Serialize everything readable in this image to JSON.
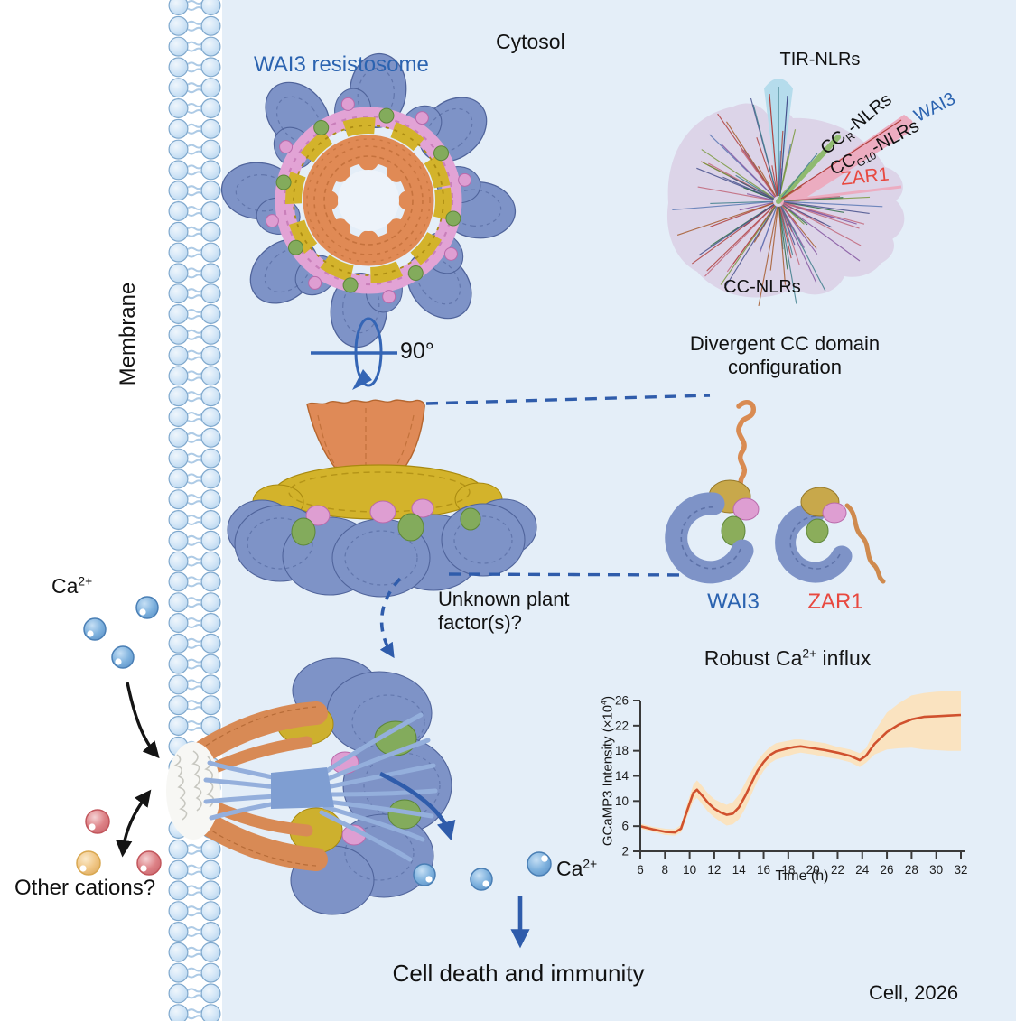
{
  "labels": {
    "membrane": "Membrane",
    "cytosol": "Cytosol",
    "resistosome": "WAI3 resistosome",
    "rotation": "90°",
    "divergent": "Divergent CC domain\nconfiguration",
    "unknown": "Unknown plant\nfactor(s)?",
    "wai3": "WAI3",
    "zar1": "ZAR1",
    "ca": {
      "base": "Ca",
      "sup": "2+"
    },
    "other_cations": "Other cations?",
    "cell_death": "Cell death and immunity",
    "journal": "Cell, 2026"
  },
  "tree": {
    "tir": "TIR-NLRs",
    "ccr": {
      "pre": "CC",
      "sub": "R",
      "post": "-NLRs"
    },
    "ccg10": {
      "pre": "CC",
      "sub": "G10",
      "post": "-NLRs"
    },
    "wai3": "WAI3",
    "zar1": "ZAR1",
    "cc": "CC-NLRs",
    "spoke_palette": [
      "#b0413e",
      "#3f7f8c",
      "#46508c",
      "#7a9a3d",
      "#8456a0",
      "#c2677a",
      "#2e6e46",
      "#a65c2e",
      "#5b79b5"
    ]
  },
  "chart_data": {
    "type": "line",
    "title_parts": {
      "pre": "Robust Ca",
      "sup": "2+",
      "post": "  influx"
    },
    "xlabel": "Time (h)",
    "ylabel_parts": {
      "pre": "GCaMP3 Intensity (×10",
      "sup": "4",
      "post": ")"
    },
    "xlim": [
      6,
      32
    ],
    "ylim": [
      2,
      26
    ],
    "xticks": [
      6,
      8,
      10,
      12,
      14,
      16,
      18,
      20,
      22,
      24,
      26,
      28,
      30,
      32
    ],
    "yticks": [
      2,
      6,
      10,
      14,
      18,
      22,
      26
    ],
    "x": [
      6,
      7,
      8,
      8.8,
      9.3,
      9.8,
      10.3,
      10.6,
      11,
      11.5,
      12,
      12.5,
      13,
      13.5,
      14,
      14.5,
      15,
      15.5,
      16,
      16.5,
      17,
      18,
      18.5,
      19,
      20,
      21,
      22,
      23,
      23.8,
      24.3,
      25,
      26,
      27,
      28,
      29,
      30,
      31,
      32
    ],
    "mean": [
      6,
      5.5,
      5.1,
      5.0,
      5.6,
      8.5,
      11.3,
      11.8,
      10.9,
      9.7,
      8.8,
      8.2,
      7.8,
      8.0,
      9.0,
      10.8,
      12.8,
      14.8,
      16.2,
      17.3,
      17.9,
      18.4,
      18.6,
      18.7,
      18.4,
      18.1,
      17.7,
      17.2,
      16.5,
      17.2,
      19.1,
      21.0,
      22.2,
      23.0,
      23.4,
      23.5,
      23.6,
      23.7
    ],
    "upper": [
      6.4,
      5.9,
      5.6,
      5.5,
      6.2,
      9.5,
      12.6,
      13.3,
      12.4,
      11.2,
      10.3,
      9.8,
      9.4,
      9.8,
      11.0,
      12.9,
      14.7,
      16.4,
      17.6,
      18.6,
      19.2,
      19.6,
      19.8,
      19.8,
      19.5,
      19.2,
      18.6,
      18.2,
      17.6,
      18.4,
      21.1,
      24.1,
      25.6,
      26.8,
      27.2,
      27.4,
      27.5,
      27.5
    ],
    "lower": [
      5.6,
      5.1,
      4.6,
      4.5,
      5.0,
      7.5,
      10.0,
      10.5,
      9.5,
      8.3,
      7.4,
      6.7,
      6.1,
      6.3,
      7.1,
      8.8,
      11.0,
      13.2,
      14.8,
      16.0,
      16.6,
      17.2,
      17.5,
      17.7,
      17.4,
      17.0,
      16.7,
      16.2,
      15.4,
      16.1,
      17.4,
      18.2,
      18.4,
      18.5,
      18.2,
      18.1,
      18.0,
      18.0
    ],
    "line_color": "#d0512e",
    "band_color": "#fae3c0",
    "axis_color": "#3a3a3a",
    "legend": "none",
    "grid": false
  },
  "colors": {
    "cytosol_bg": "#e4eef8",
    "membrane_fill": "#d3e6f7",
    "membrane_stroke": "#7fa8cd",
    "membrane_tail": "#aecbe6",
    "protein_blue": "#7e93c7",
    "protein_blue_dark": "#50649b",
    "protein_orange": "#dd8a58",
    "protein_yellow": "#d3b32b",
    "protein_pink": "#de9ed2",
    "protein_green": "#83ab5c",
    "channel_blue": "#94afdc",
    "arrow_blue": "#2f5cab",
    "accent_blue": "#2b63b0",
    "accent_red": "#e8483f",
    "tree_blob": "#dcd4e8",
    "tree_tir_wedge": "#b5dcec",
    "tree_pink_wedge": "#ecacc0",
    "tree_green_branch": "#8fba6f",
    "ion_blue": "#7fb2de",
    "ion_red": "#dd8186",
    "ion_orange": "#f0c685"
  }
}
